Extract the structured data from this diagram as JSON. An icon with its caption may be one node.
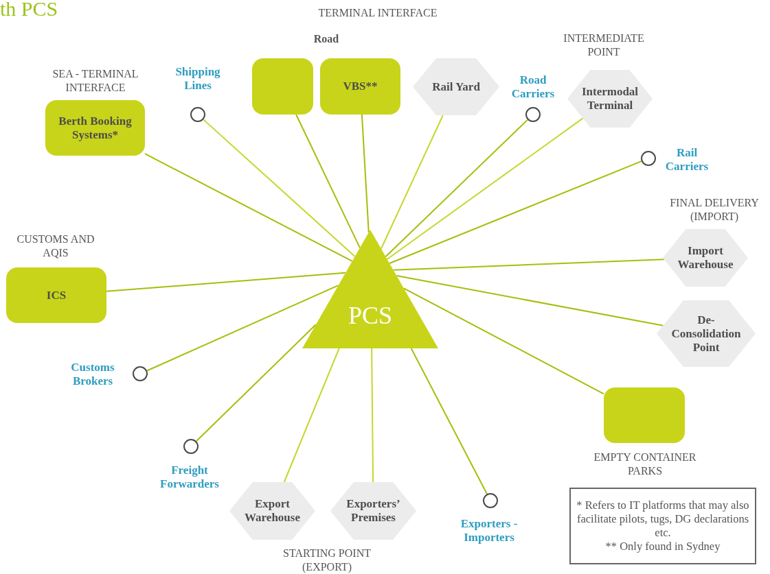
{
  "diagram": {
    "title": "th PCS",
    "nodes": [
      {
        "text": [],
        "shape": "box"
      },
      {
        "text": [
          "VBS**"
        ]
      },
      {
        "text": [
          "Rail Yard"
        ]
      },
      {
        "text": [],
        "shape": "circle",
        "beside": [
          "Road Carriers"
        ]
      },
      {
        "text": [
          "Intermodal Terminal"
        ]
      },
      {
        "text": [
          "Berth Booking Systems*"
        ]
      },
      {
        "text": [],
        "shape": "circle",
        "beside": [
          "Shipping Lines"
        ]
      },
      {
        "text": [],
        "shape": "circle",
        "beside": [
          "Rail Carriers"
        ]
      },
      {
        "text": [
          "PCS"
        ]
      },
      {
        "text": [
          "Import Warehouse"
        ]
      },
      {
        "text": [
          "ICS"
        ]
      },
      {
        "text": [
          "De- Consolidation Point"
        ]
      },
      {
        "text": [],
        "shape": "circle",
        "beside": [
          "Customs Brokers"
        ]
      },
      {
        "text": [],
        "shape": "box"
      },
      {
        "text": [],
        "shape": "circle",
        "beside": [
          "Freight Forwarders"
        ]
      },
      {
        "text": [
          "Export Warehouse"
        ]
      },
      {
        "text": [
          "Exporters’ Premises"
        ]
      },
      {
        "text": [],
        "shape": "circle",
        "beside": [
          "Exporters - Importers"
        ]
      }
    ],
    "edges": [
      {
        "from": 8,
        "to": 0,
        "arrow": "none"
      },
      {
        "from": 8,
        "to": 1,
        "arrow": "none"
      },
      {
        "from": 8,
        "to": 2,
        "arrow": "none",
        "color": "#c6d72b"
      },
      {
        "from": 8,
        "to": 3,
        "arrow": "none"
      },
      {
        "from": 8,
        "to": 4,
        "arrow": "none",
        "color": "#c6d72b"
      },
      {
        "from": 8,
        "to": 5,
        "arrow": "none"
      },
      {
        "from": 8,
        "to": 6,
        "arrow": "none",
        "color": "#c6d72b"
      },
      {
        "from": 8,
        "to": 7,
        "arrow": "none"
      },
      {
        "from": 8,
        "to": 9,
        "arrow": "none"
      },
      {
        "from": 8,
        "to": 10,
        "arrow": "none"
      },
      {
        "from": 8,
        "to": 11,
        "arrow": "none"
      },
      {
        "from": 8,
        "to": 12,
        "arrow": "none"
      },
      {
        "from": 8,
        "to": 13,
        "arrow": "none"
      },
      {
        "from": 8,
        "to": 14,
        "arrow": "none"
      },
      {
        "from": 8,
        "to": 15,
        "arrow": "none",
        "color": "#c6d72b"
      },
      {
        "from": 8,
        "to": 16,
        "arrow": "none",
        "color": "#c6d72b"
      },
      {
        "from": 8,
        "to": 17,
        "arrow": "none"
      }
    ],
    "labels": [
      "TERMINAL INTERFACE",
      "Road",
      "SEA - TERMINAL INTERFACE",
      "INTERMEDIATE POINT",
      "FINAL DELIVERY (IMPORT)",
      "CUSTOMS AND AQIS",
      "EMPTY CONTAINER PARKS",
      "STARTING POINT (EXPORT)",
      "* Refers to IT platforms that may also facilitate pilots, tugs, DG declarations etc.",
      "** Only found in Sydney"
    ]
  }
}
